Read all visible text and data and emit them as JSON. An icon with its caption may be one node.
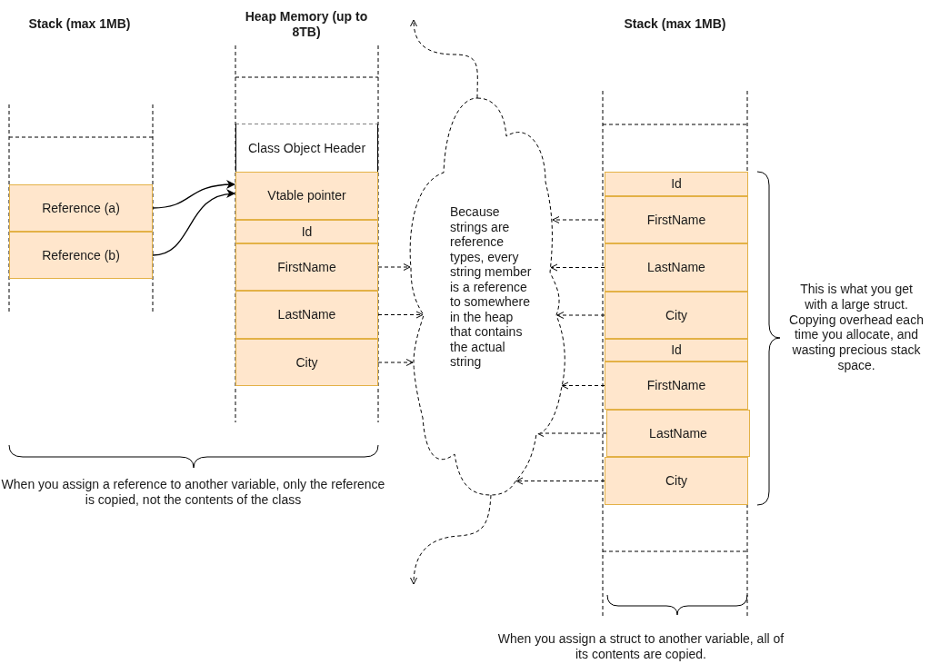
{
  "diagram": {
    "nodes": [
      {
        "text": [
          "Reference (a)"
        ]
      },
      {
        "text": [
          "Reference (b)"
        ]
      },
      {
        "text": [
          "Class Object Header"
        ]
      },
      {
        "text": [
          "Vtable pointer"
        ]
      },
      {
        "text": [
          "Id"
        ]
      },
      {
        "text": [
          "FirstName"
        ]
      },
      {
        "text": [
          "LastName"
        ]
      },
      {
        "text": [
          "City"
        ]
      },
      {
        "text": [
          "Because strings are reference types, every string member is a reference to somewhere in the heap that contains the actual string"
        ]
      },
      {
        "text": [
          "Id"
        ]
      },
      {
        "text": [
          "FirstName"
        ]
      },
      {
        "text": [
          "LastName"
        ]
      },
      {
        "text": [
          "City"
        ]
      },
      {
        "text": [
          "Id"
        ]
      },
      {
        "text": [
          "FirstName"
        ]
      },
      {
        "text": [
          "LastName"
        ]
      },
      {
        "text": [
          "City"
        ]
      }
    ],
    "edges": [
      {
        "from": 0,
        "to": 3,
        "arrow": "to"
      },
      {
        "from": 1,
        "to": 3,
        "arrow": "to"
      },
      {
        "from": 5,
        "to": 8,
        "arrow": "to",
        "style": "dashed"
      },
      {
        "from": 6,
        "to": 8,
        "arrow": "to",
        "style": "dashed"
      },
      {
        "from": 7,
        "to": 8,
        "arrow": "to",
        "style": "dashed"
      },
      {
        "from": 10,
        "to": 8,
        "arrow": "to",
        "style": "dashed"
      },
      {
        "from": 11,
        "to": 8,
        "arrow": "to",
        "style": "dashed"
      },
      {
        "from": 12,
        "to": 8,
        "arrow": "to",
        "style": "dashed"
      },
      {
        "from": 14,
        "to": 8,
        "arrow": "to",
        "style": "dashed"
      },
      {
        "from": 15,
        "to": 8,
        "arrow": "to",
        "style": "dashed"
      },
      {
        "from": 16,
        "to": 8,
        "arrow": "to",
        "style": "dashed"
      },
      {
        "from": 8,
        "to": null,
        "arrow": "to",
        "style": "dashed"
      },
      {
        "from": 8,
        "to": null,
        "arrow": "to",
        "style": "dashed"
      }
    ],
    "labels": [
      "Stack (max 1MB)",
      "Heap Memory (up to 8TB)",
      "Stack (max 1MB)",
      "This is what you get with a large struct. Copying overhead each time you allocate, and wasting precious stack space.",
      "When you assign a reference to another variable, only the reference is copied, not the contents of the class",
      "When you assign a struct to another variable, all of its contents are copied."
    ]
  }
}
